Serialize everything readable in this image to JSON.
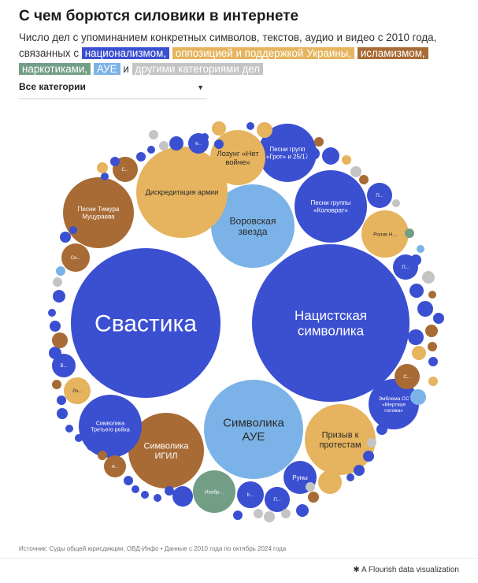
{
  "page": {
    "title": "С чем борются силовики в интернете",
    "subtitle_pre": "Число дел с упоминанием конкретных символов, текстов, аудио и видео с 2010 года, связанных с",
    "and_word": "и",
    "categories": [
      {
        "key": "nat",
        "label": "национализмом,",
        "color": "#3b4fd1"
      },
      {
        "key": "opp",
        "label": "оппозицией и поддержкой Украины,",
        "color": "#e6b45e"
      },
      {
        "key": "isl",
        "label": "исламизмом,",
        "color": "#a86b35"
      },
      {
        "key": "drug",
        "label": "наркотиками,",
        "color": "#739e86"
      },
      {
        "key": "aue",
        "label": "АУЕ",
        "color": "#7bb3e8"
      },
      {
        "key": "other",
        "label": "другими категориями дел",
        "color": "#c4c4c4"
      }
    ],
    "filter": {
      "label": "Все категории",
      "caret": "▼"
    },
    "source": "Источник: Суды общей юрисдикции, ОВД-Инфо • Данные с 2010 года по октябрь 2024 года",
    "footer": {
      "glyph": "✱",
      "label": "A Flourish data visualization"
    }
  },
  "chart_data": {
    "type": "bubble",
    "title": "С чем борются силовики в интернете",
    "legend": [
      "национализм",
      "оппозиция и поддержка Украины",
      "исламизм",
      "наркотики",
      "АУЕ",
      "другие категории дел"
    ],
    "bubbles": [
      {
        "label": "Свастика",
        "category": "nat"
      },
      {
        "label": "Нацистская символика",
        "category": "nat"
      },
      {
        "label": "Символика АУЕ",
        "category": "aue"
      },
      {
        "label": "Воровская звезда",
        "category": "aue"
      },
      {
        "label": "Символика ИГИЛ",
        "category": "isl"
      },
      {
        "label": "Призыв к протестам",
        "category": "opp"
      },
      {
        "label": "Дискредитация армии",
        "category": "opp"
      },
      {
        "label": "Песни Тимура Муцураева",
        "category": "isl"
      },
      {
        "label": "Песни группы «Коловрат»",
        "category": "nat"
      },
      {
        "label": "Песни групп «Грот» и 25/17",
        "category": "nat"
      },
      {
        "label": "Лозунг «Нет войне»",
        "category": "opp"
      },
      {
        "label": "Символика Третьего рейха",
        "category": "nat"
      },
      {
        "label": "Эмблема СС «Мертвая голова»",
        "category": "nat"
      },
      {
        "label": "Изобр...",
        "category": "drug"
      },
      {
        "label": "Ролик Н...",
        "category": "opp"
      },
      {
        "label": "Руны",
        "category": "nat"
      },
      {
        "label": "Си...",
        "category": "isl"
      },
      {
        "label": "В...",
        "category": "nat"
      },
      {
        "label": "Ло...",
        "category": "opp"
      },
      {
        "label": "С...",
        "category": "isl"
      },
      {
        "label": "С...",
        "category": "isl"
      },
      {
        "label": "П...",
        "category": "nat"
      },
      {
        "label": "П...",
        "category": "nat"
      },
      {
        "label": "П...",
        "category": "nat"
      },
      {
        "label": "К...",
        "category": "nat"
      },
      {
        "label": "Ф...",
        "category": "nat"
      },
      {
        "label": "Ф...",
        "category": "isl"
      }
    ]
  }
}
